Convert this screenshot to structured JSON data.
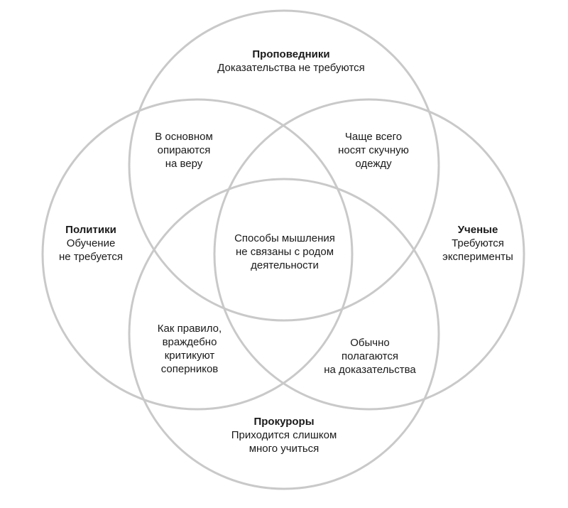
{
  "groups": {
    "top": {
      "title": "Проповедники",
      "lines": [
        "Доказательства не требуются"
      ]
    },
    "left": {
      "title": "Политики",
      "lines": [
        "Обучение",
        "не требуется"
      ]
    },
    "right": {
      "title": "Ученые",
      "lines": [
        "Требуются",
        "эксперименты"
      ]
    },
    "bottom": {
      "title": "Прокуроры",
      "lines": [
        "Приходится слишком",
        "много учиться"
      ]
    }
  },
  "overlaps": {
    "top_left": [
      "В основном",
      "опираются",
      "на веру"
    ],
    "top_right": [
      "Чаще всего",
      "носят скучную",
      "одежду"
    ],
    "center": [
      "Способы мышления",
      "не связаны с родом",
      "деятельности"
    ],
    "bottom_left": [
      "Как правило,",
      "враждебно",
      "критикуют",
      "соперников"
    ],
    "bottom_right": [
      "Обычно",
      "полагаются",
      "на доказательства"
    ]
  },
  "colors": {
    "ring": "#c9c9c9",
    "text": "#1a1a1a"
  }
}
